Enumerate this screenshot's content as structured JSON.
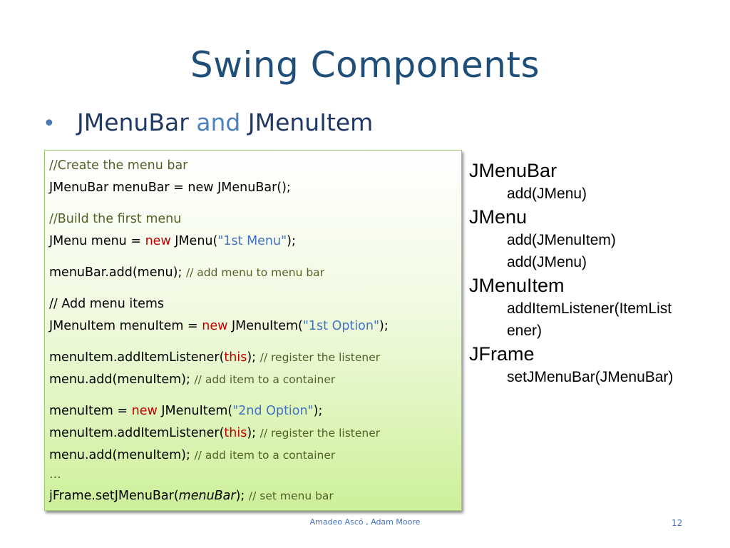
{
  "slide": {
    "title": "Swing Components",
    "bullet": {
      "symbol": "•",
      "part1": "JMenuBar",
      "part2": "and",
      "part3": "JMenuItem"
    },
    "code": {
      "line1": "//Create the menu bar",
      "line2": "JMenuBar menuBar = new JMenuBar();",
      "line3": "//Build the first menu",
      "line4": {
        "a": "JMenu menu = ",
        "b": "new",
        "c": " JMenu(",
        "d": "\"1st Menu\"",
        "e": ");"
      },
      "line5": {
        "a": "menuBar.add(menu); ",
        "b": "// add menu to menu bar"
      },
      "line6": "// Add menu items",
      "line7": {
        "a": "JMenuItem menuItem = ",
        "b": "new",
        "c": " JMenuItem(",
        "d": "\"1st Option\"",
        "e": ");"
      },
      "line8": {
        "a": "menuItem.addItemListener(",
        "b": "this",
        "c": ");  ",
        "d": "// register the listener"
      },
      "line9": {
        "a": "menu.add(menuItem); ",
        "b": "// add item to a container"
      },
      "line10": {
        "a": "menuItem = ",
        "b": "new",
        "c": " JMenuItem(",
        "d": "\"2nd Option\"",
        "e": ");"
      },
      "line11": {
        "a": "menuItem.addItemListener(",
        "b": "this",
        "c": "); ",
        "d": "// register the listener"
      },
      "line12": {
        "a": "menu.add(menuItem); ",
        "b": "// add item to a container"
      },
      "line13": "...",
      "line14": {
        "a": "jFrame.setJMenuBar(",
        "b": "menuBar",
        "c": ");  ",
        "d": "// set menu bar"
      }
    },
    "api": {
      "c1": "JMenuBar",
      "c1m1": "add(JMenu)",
      "c2": "JMenu",
      "c2m1": "add(JMenuItem)",
      "c2m2": "add(JMenu)",
      "c3": "JMenuItem",
      "c3m1": "addItemListener(ItemList",
      "c3m2": "ener)",
      "c4": "JFrame",
      "c4m1": "setJMenuBar(JMenuBar)"
    },
    "footer": {
      "authors": "Amadeo Ascó , Adam Moore",
      "page": "12"
    }
  }
}
